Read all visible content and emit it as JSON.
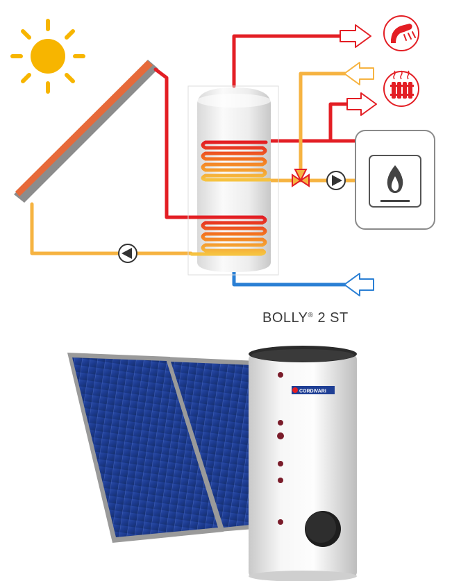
{
  "caption": {
    "name": "BOLLY",
    "mark": "®",
    "model": "2 ST"
  },
  "brand_label": "CORDIVARI",
  "colors": {
    "hot": "#e31e24",
    "warm": "#f6b341",
    "cold": "#2a7fd4",
    "sun": "#f7b500",
    "panel_blue": "#1d3a8c",
    "tank": "#f2f2f2"
  }
}
